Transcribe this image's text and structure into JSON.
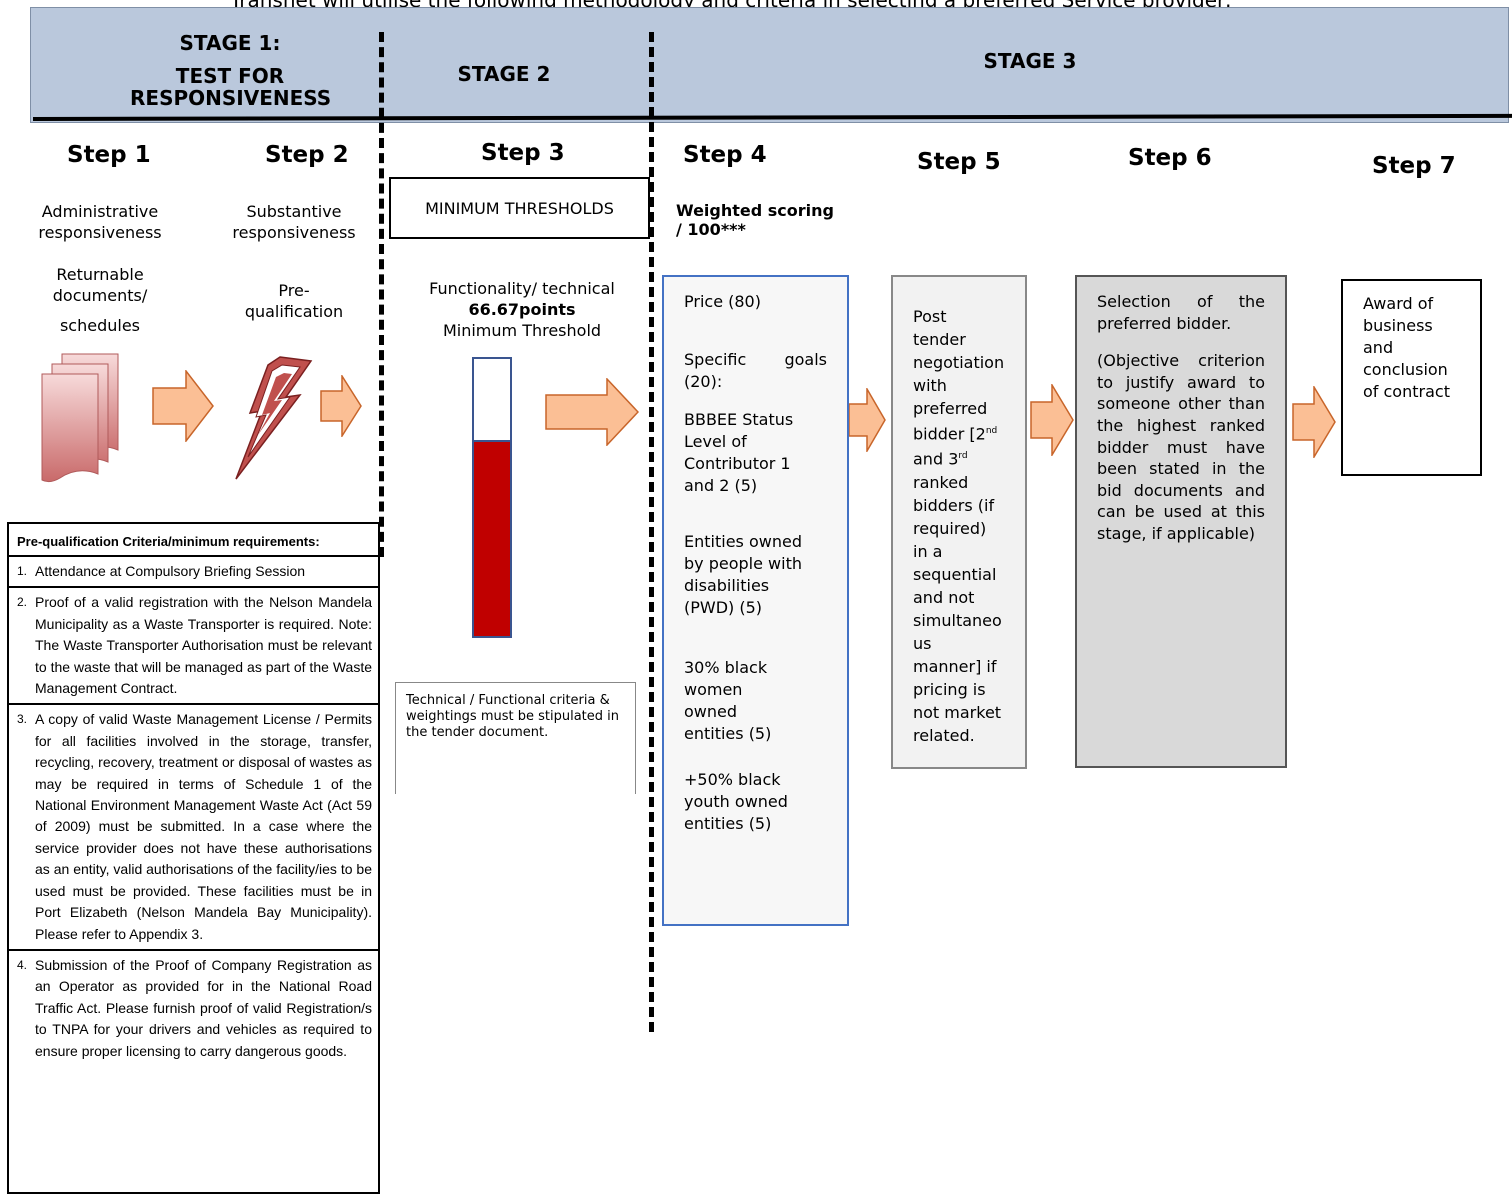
{
  "intro": "Transnet will utilise the following methodology and criteria in selecting a preferred Service provider:",
  "stages": {
    "stage1_line1": "STAGE 1:",
    "stage1_line2": "TEST FOR",
    "stage1_line3": "RESPONSIVENESS",
    "stage2": "STAGE 2",
    "stage3": "STAGE 3"
  },
  "steps": {
    "s1": "Step 1",
    "s2": "Step 2",
    "s3": "Step 3",
    "s4": "Step 4",
    "s5": "Step 5",
    "s6": "Step 6",
    "s7": "Step 7"
  },
  "step1": {
    "title_line1": "Administrative",
    "title_line2": "responsiveness",
    "sub_line1": "Returnable",
    "sub_line2": "documents/",
    "sub_line3": "schedules"
  },
  "step2": {
    "title_line1": "Substantive",
    "title_line2": "responsiveness",
    "sub_line1": "Pre-",
    "sub_line2": "qualification"
  },
  "step3": {
    "box": "MINIMUM THRESHOLDS",
    "line1": "Functionality/ technical",
    "line2": "66.67points",
    "line3": "Minimum Threshold",
    "threshold_fill": 0.7,
    "note": "Technical / Functional criteria & weightings must be stipulated in the tender document."
  },
  "step4": {
    "heading_line1": "Weighted scoring",
    "heading_line2": "/ 100***",
    "price": "Price (80)",
    "goals_a": "Specific",
    "goals_b": "goals",
    "goals_c": "(20):",
    "bbbee": "BBBEE Status Level of Contributor 1 and 2 (5)",
    "pwd": "Entities owned by people with disabilities (PWD) (5)",
    "women": "30% black women owned entities (5)",
    "youth": "+50% black youth owned entities (5)"
  },
  "step5": {
    "l1": "Post",
    "l2": "tender",
    "l3": "negotiation",
    "l4": "with",
    "l5": "preferred",
    "l6a": "bidder [2",
    "l6sup": "nd",
    "l7a": "and 3",
    "l7sup": "rd",
    "l8": "ranked",
    "l9": "bidders (if",
    "l10": "required)",
    "l11": "in a",
    "l12": "sequential",
    "l13": "and not",
    "l14": "simultaneo",
    "l15": "us",
    "l16": "manner] if",
    "l17": "pricing is",
    "l18": "not market",
    "l19": "related."
  },
  "step6": {
    "p1": "Selection of the preferred bidder.",
    "p2": "(Objective criterion to justify award to someone other than the highest ranked bidder must have been stated in the bid documents and can be used at this stage, if applicable)"
  },
  "step7": {
    "text": "Award of business and conclusion of contract"
  },
  "criteria": {
    "heading": "Pre-qualification Criteria/minimum requirements:",
    "items": [
      {
        "num": "1.",
        "text": "Attendance at Compulsory Briefing Session"
      },
      {
        "num": "2.",
        "text": "Proof of a valid registration with the Nelson Mandela Municipality as a Waste Transporter is required.  Note: The Waste Transporter Authorisation must be relevant to the waste that will be managed as part of the Waste Management Contract."
      },
      {
        "num": "3.",
        "text": "A copy of valid Waste Management License / Permits for all facilities involved in the storage, transfer, recycling, recovery, treatment or disposal of wastes as may be required in terms of Schedule 1 of the National Environment Management Waste Act (Act 59 of 2009) must be submitted.  In a case where the service provider does not have these authorisations as an entity, valid authorisations of the facility/ies to be used must be provided.  These facilities must be in Port Elizabeth (Nelson Mandela Bay Municipality). Please refer to Appendix 3."
      },
      {
        "num": "4.",
        "text": "Submission of the Proof of Company Registration as an Operator as provided for in the National Road Traffic Act. Please furnish proof of valid Registration/s to TNPA for your drivers and vehicles as required to ensure proper licensing to carry dangerous goods."
      }
    ]
  },
  "colors": {
    "band": "#bac8dc",
    "arrow_fill": "#fbbf95",
    "arrow_stroke": "#c8652a",
    "threshold_red": "#c00000",
    "threshold_border": "#3a5590",
    "step4_border": "#4472c4",
    "step5_fill": "#f2f2f2",
    "step6_fill": "#d9d9d9"
  }
}
